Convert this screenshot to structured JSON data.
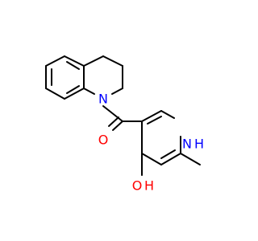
{
  "atoms": {
    "n_ring": {
      "symbol": "N",
      "color": "#0000ff"
    },
    "o_carbonyl": {
      "symbol": "O",
      "color": "#ff0000"
    },
    "nh": {
      "symbol": "N",
      "h": "H",
      "color": "#0000ff"
    },
    "o_pyridone": {
      "symbol": "O",
      "h": "H",
      "color": "#ff0000"
    }
  }
}
